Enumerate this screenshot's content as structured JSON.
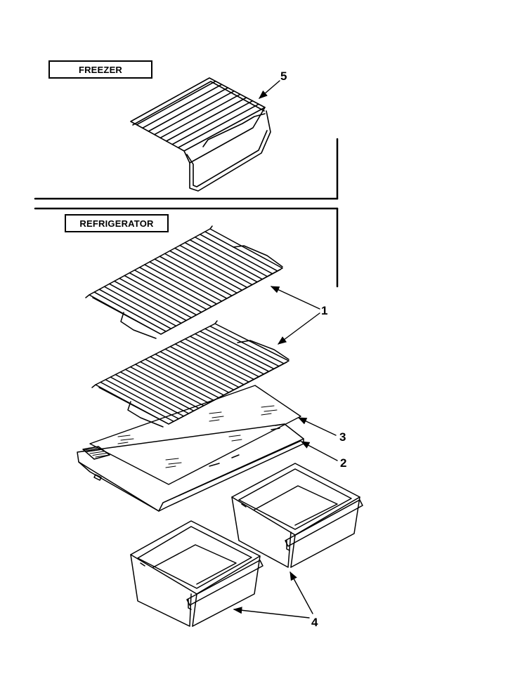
{
  "sections": {
    "freezer_label": "FREEZER",
    "refrigerator_label": "REFRIGERATOR"
  },
  "callouts": {
    "shelf_wire": "1",
    "crisper_cover_frame": "2",
    "crisper_cover_glass": "3",
    "crisper_drawer": "4",
    "freezer_shelf": "5"
  }
}
